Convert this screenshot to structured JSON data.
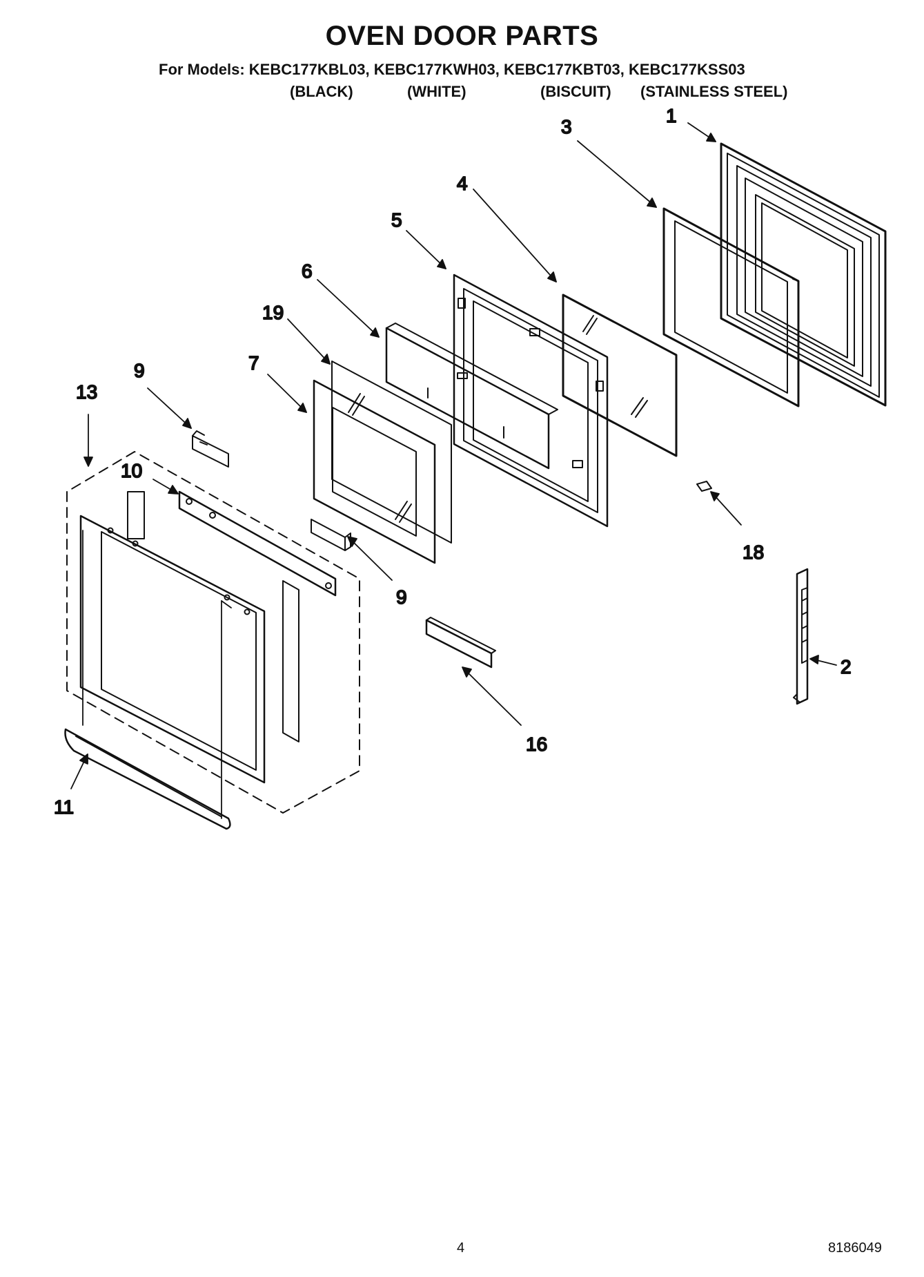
{
  "title": "OVEN DOOR PARTS",
  "models_line": "For Models: KEBC177KBL03, KEBC177KWH03, KEBC177KBT03, KEBC177KSS03",
  "variants": [
    "(BLACK)",
    "(WHITE)",
    "(BISCUIT)",
    "(STAINLESS STEEL)"
  ],
  "part_labels": [
    "1",
    "3",
    "4",
    "5",
    "6",
    "19",
    "7",
    "9",
    "13",
    "10",
    "9",
    "18",
    "2",
    "16",
    "11"
  ],
  "page_number": "4",
  "document_number": "8186049"
}
